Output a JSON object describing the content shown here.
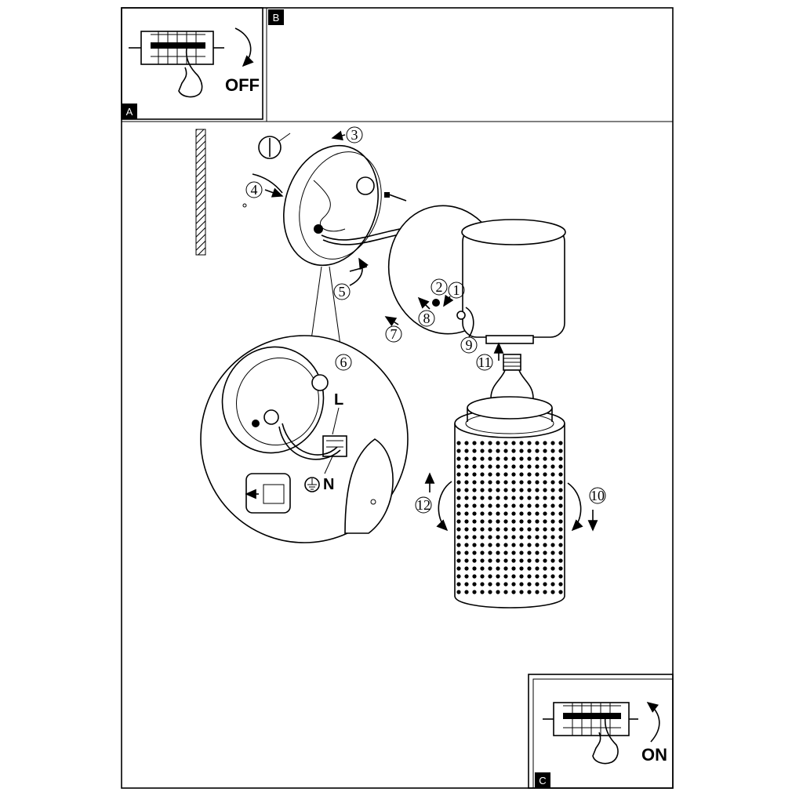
{
  "panels": {
    "a": {
      "letter": "A",
      "switch_text": "OFF"
    },
    "b": {
      "letter": "B"
    },
    "c": {
      "letter": "C",
      "switch_text": "ON"
    }
  },
  "steps": [
    "1",
    "2",
    "3",
    "4",
    "5",
    "6",
    "7",
    "8",
    "9",
    "10",
    "11",
    "12"
  ],
  "wires": {
    "live": "L",
    "neutral": "N"
  },
  "icons": {
    "earth": "earth-ground-icon",
    "breaker": "circuit-breaker-icon",
    "hand": "pointing-hand-icon",
    "wall": "wall-hatch-icon",
    "bulb": "light-bulb-icon",
    "screw": "screw-icon",
    "dowel": "wall-plug-icon"
  }
}
